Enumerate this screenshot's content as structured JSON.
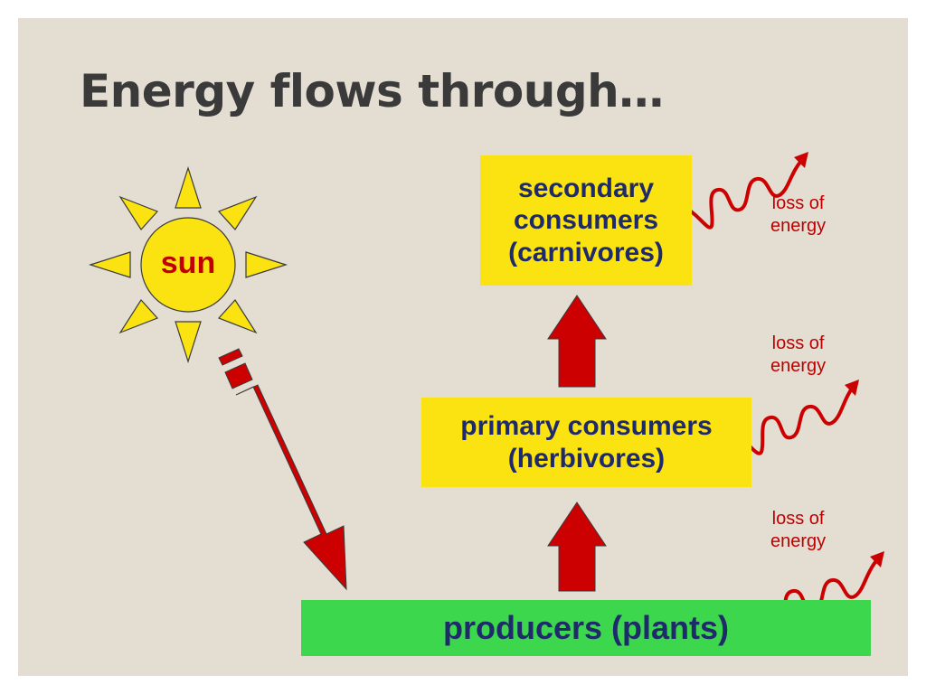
{
  "title": "Energy flows through…",
  "sun_label": "sun",
  "levels": {
    "secondary": [
      "secondary",
      "consumers",
      "(carnivores)"
    ],
    "primary": [
      "primary consumers",
      "(herbivores)"
    ],
    "producers": "producers (plants)"
  },
  "energy_loss": [
    [
      "loss of",
      "energy"
    ],
    [
      "loss of",
      "energy"
    ],
    [
      "loss of",
      "energy"
    ]
  ],
  "colors": {
    "slide_background": "#e3ddd2",
    "title": "#3a3a3a",
    "consumer_box": "#fbe312",
    "producer_box": "#3dd74e",
    "box_text": "#1f2a6b",
    "arrow": "#cc0000",
    "sun": "#fbe312",
    "loss_text": "#c00000"
  }
}
